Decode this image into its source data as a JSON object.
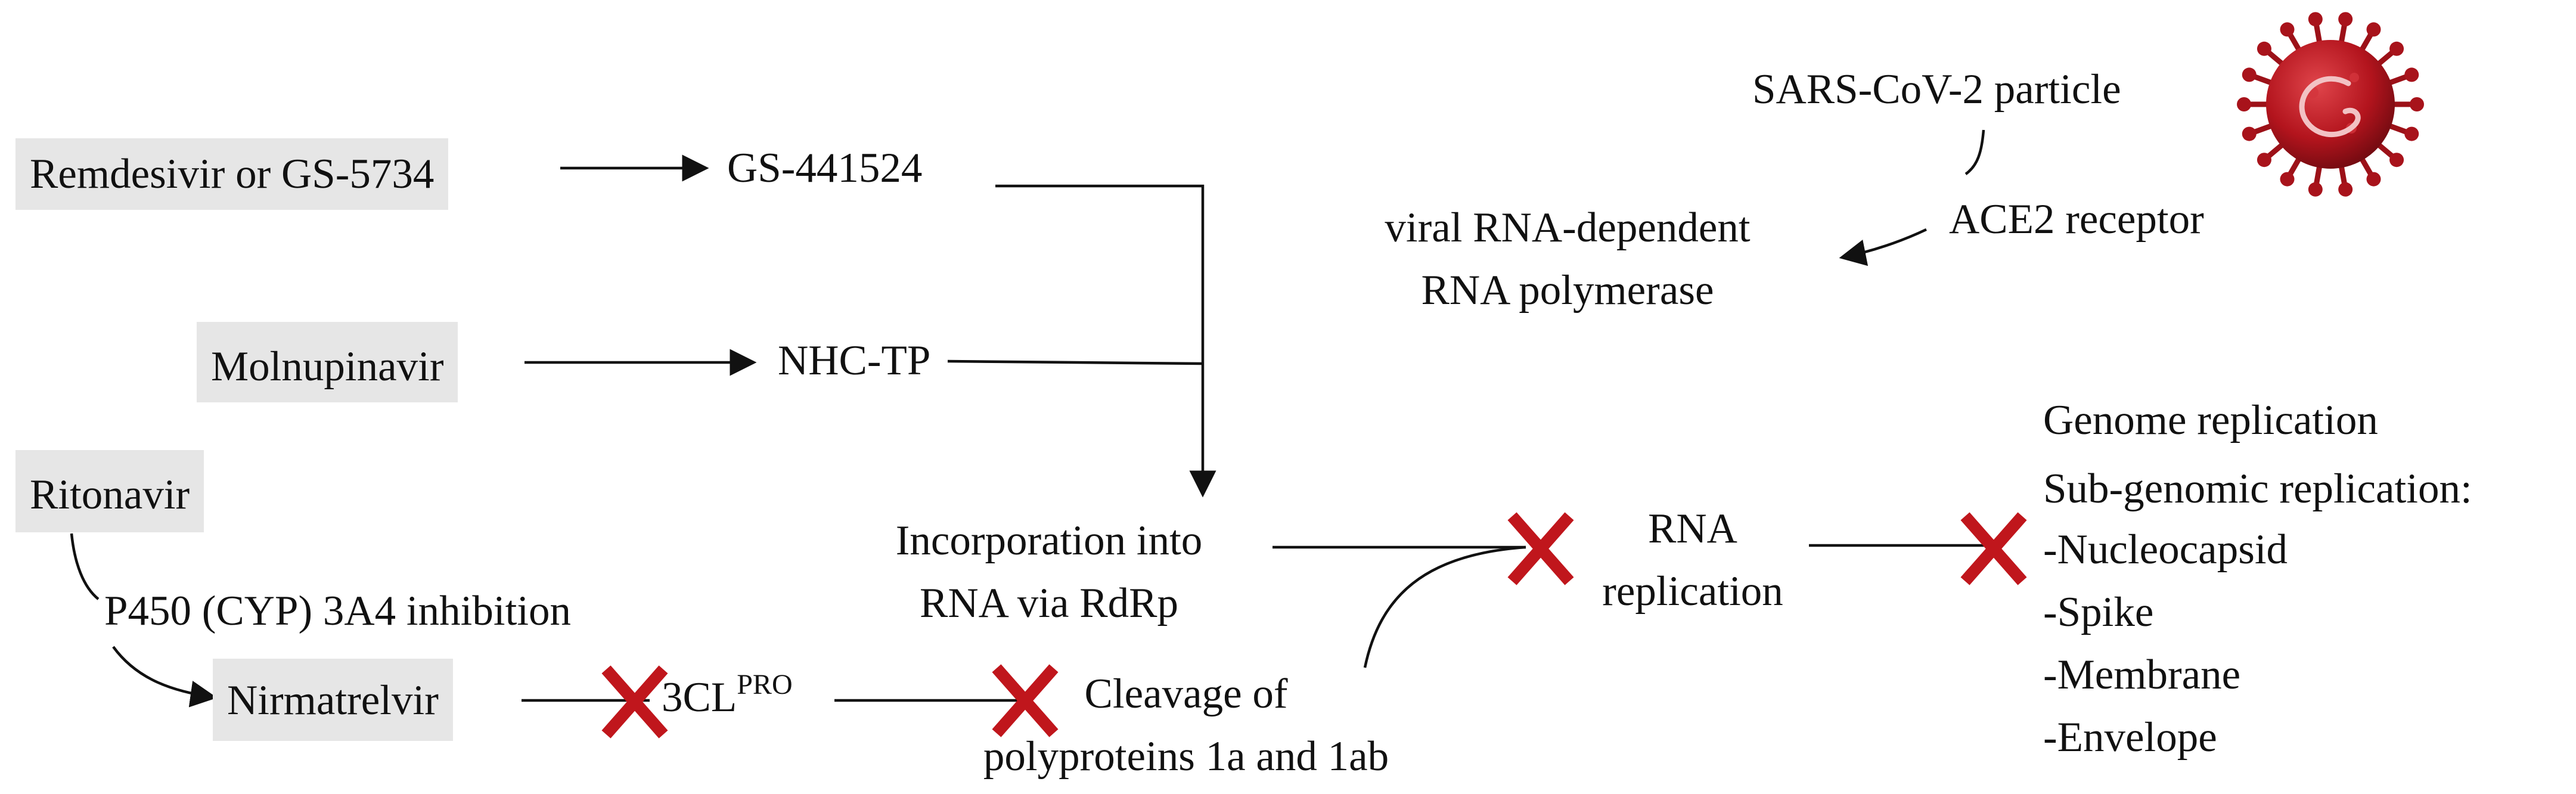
{
  "drugs": {
    "remdesivir": "Remdesivir or GS-5734",
    "molnupiravir": "Molnupinavir",
    "ritonavir": "Ritonavir",
    "nirmatrelvir": "Nirmatrelvir"
  },
  "metabolites": {
    "gs441524": "GS-441524",
    "nhc_tp": "NHC-TP"
  },
  "protease": {
    "base": "3CL",
    "superscript": "PRO"
  },
  "process": {
    "cyp_inhibition": "P450 (CYP) 3A4 inhibition",
    "incorporation": [
      "Incorporation into",
      "RNA via RdRp"
    ],
    "cleavage": [
      "Cleavage of",
      "polyproteins 1a and 1ab"
    ],
    "rna_replication": [
      "RNA",
      "replication"
    ]
  },
  "virus": {
    "particle": "SARS-CoV-2 particle",
    "receptor": "ACE2 receptor",
    "polymerase": [
      "viral RNA-dependent",
      "RNA polymerase"
    ]
  },
  "outcomes": {
    "genome": "Genome replication",
    "subgenomic": "Sub-genomic replication:",
    "proteins": [
      "-Nucleocapsid",
      "-Spike",
      "-Membrane",
      "-Envelope"
    ]
  },
  "colors": {
    "box_fill": "#e6e6e6",
    "inhibit_mark": "#c0161c",
    "virus_red": "#b3141d"
  }
}
